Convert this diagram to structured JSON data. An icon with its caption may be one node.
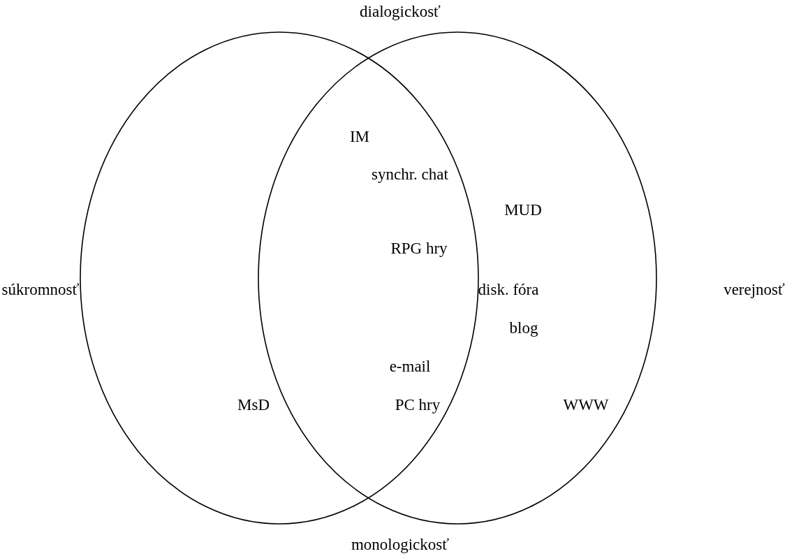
{
  "diagram": {
    "nodes": [
      {
        "text": [],
        "shape": "circle"
      },
      {
        "text": [],
        "shape": "circle"
      }
    ],
    "labels": [
      "dialogickosť",
      "IM",
      "synchr. chat",
      "MUD",
      "RPG hry",
      "súkromnosť",
      "disk. fóra",
      "verejnosť",
      "blog",
      "e-mail",
      "MsD",
      "PC hry",
      "WWW",
      "monologickosť"
    ]
  }
}
